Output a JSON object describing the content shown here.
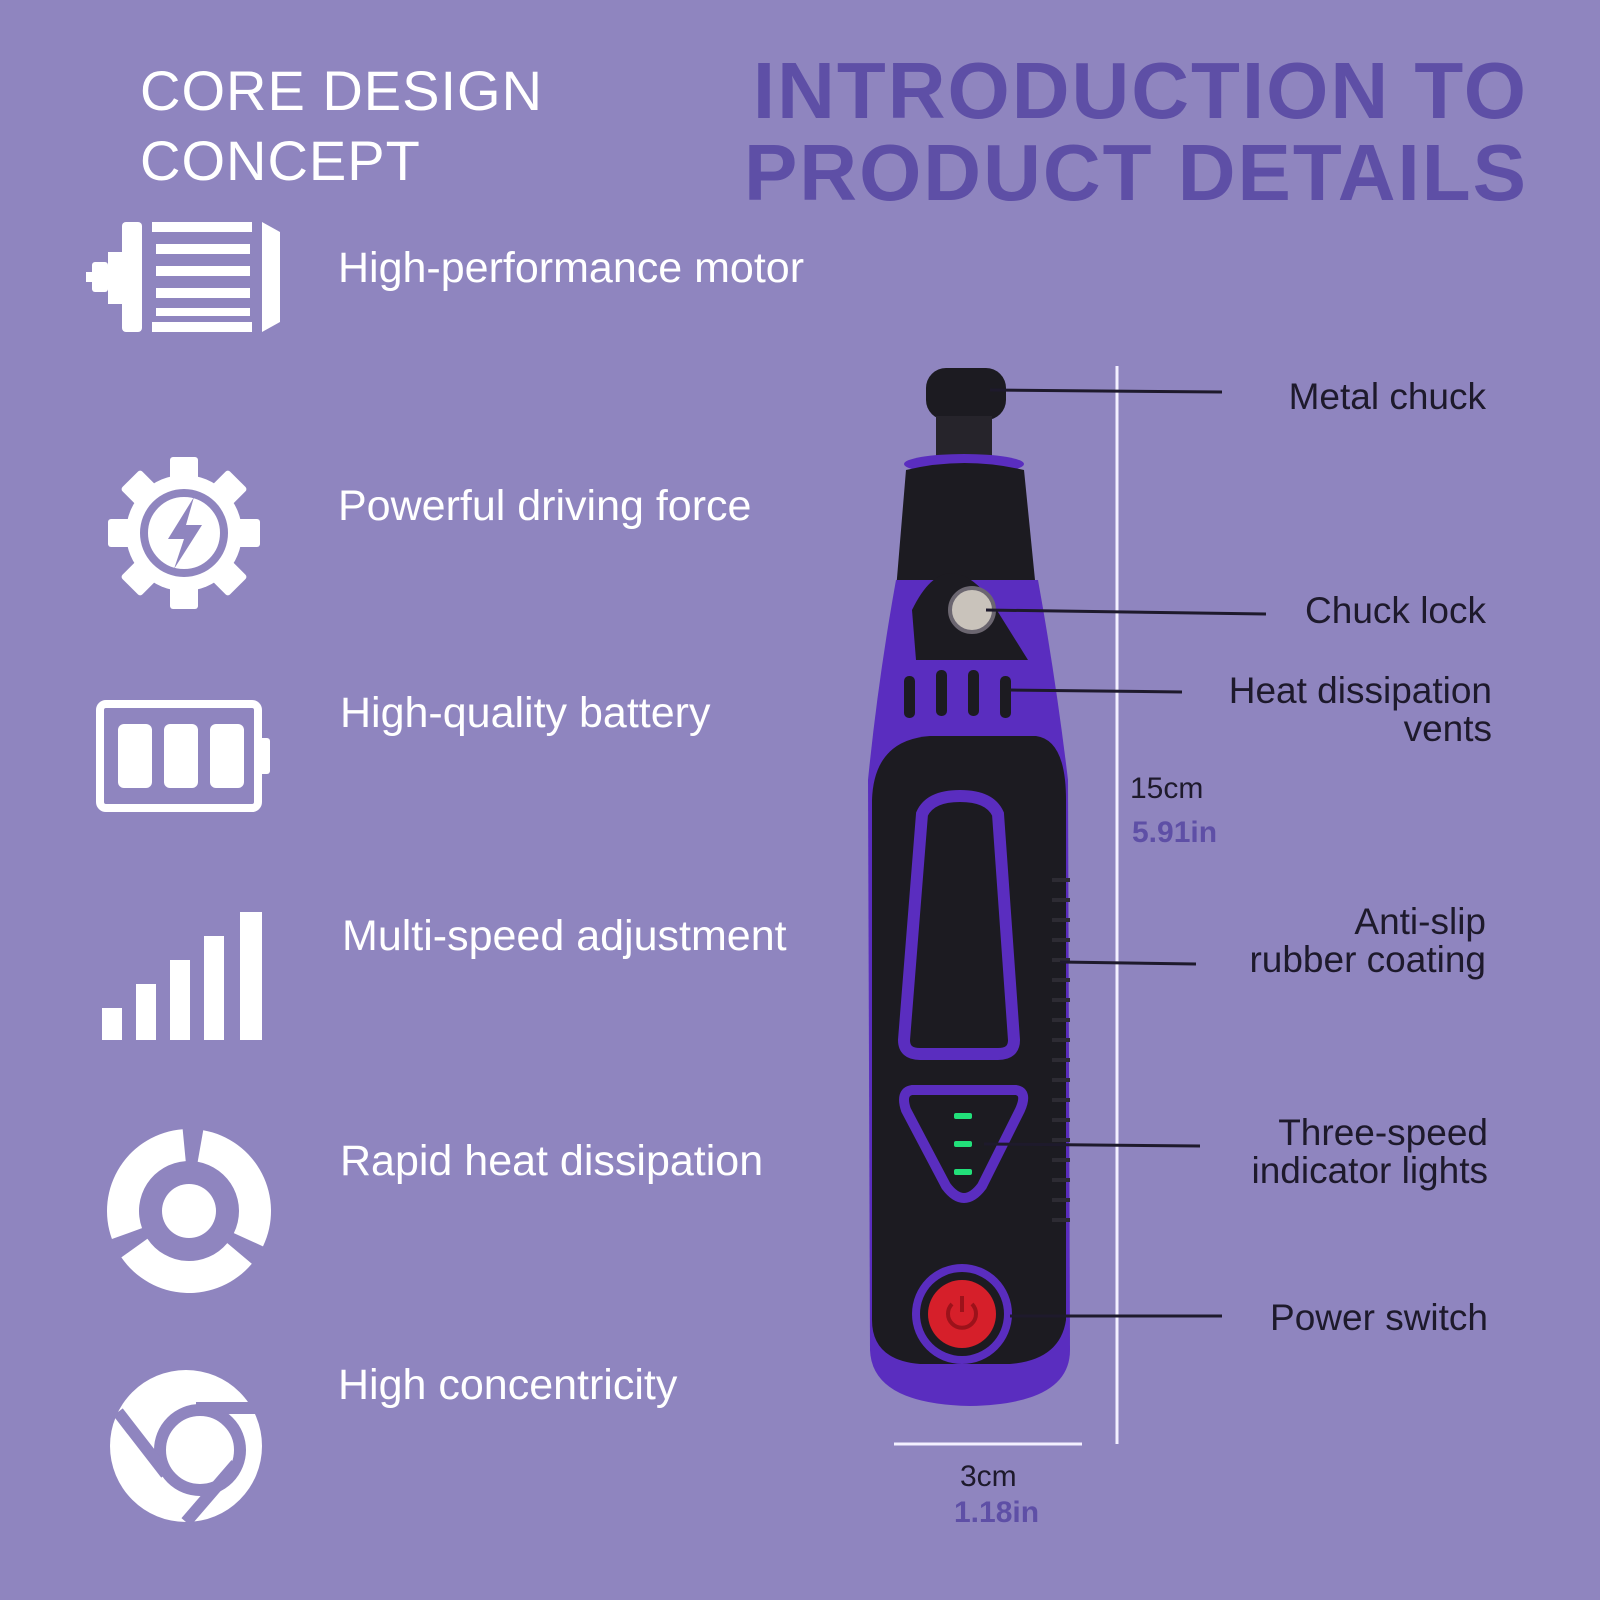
{
  "header": {
    "core_line1": "CORE DESIGN",
    "core_line2": "CONCEPT",
    "intro_line1": "INTRODUCTION TO",
    "intro_line2": "PRODUCT DETAILS"
  },
  "features": [
    {
      "label": "High-performance motor",
      "icon": "motor-icon"
    },
    {
      "label": "Powerful driving force",
      "icon": "gear-lightning-icon"
    },
    {
      "label": "High-quality battery",
      "icon": "battery-icon"
    },
    {
      "label": "Multi-speed adjustment",
      "icon": "signal-bars-icon"
    },
    {
      "label": "Rapid heat dissipation",
      "icon": "fan-icon"
    },
    {
      "label": "High concentricity",
      "icon": "concentric-icon"
    }
  ],
  "callouts": {
    "metal_chuck": "Metal chuck",
    "chuck_lock": "Chuck lock",
    "vents_line1": "Heat dissipation",
    "vents_line2": "vents",
    "anti_slip_line1": "Anti-slip",
    "anti_slip_line2": "rubber coating",
    "speed_lights_line1": "Three-speed",
    "speed_lights_line2": "indicator lights",
    "power_switch": "Power switch"
  },
  "dimensions": {
    "height_cm": "15cm",
    "height_in": "5.91in",
    "width_cm": "3cm",
    "width_in": "1.18in"
  },
  "colors": {
    "background": "#8f85bf",
    "accent": "#5e4fa6",
    "tool_purple": "#5a2dbf",
    "tool_black": "#1c1b21",
    "indicator_green": "#22e07a",
    "power_red": "#d61f2a"
  }
}
